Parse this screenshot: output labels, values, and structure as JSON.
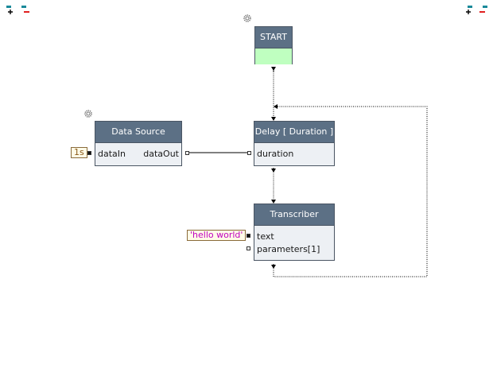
{
  "toolbar": {
    "left_icons": [
      "add-node-icon",
      "remove-node-icon"
    ],
    "right_icons": [
      "add-node-icon",
      "remove-node-icon"
    ]
  },
  "nodes": {
    "start": {
      "title": "START"
    },
    "data_source": {
      "title": "Data Source",
      "input_port": "dataIn",
      "output_port": "dataOut",
      "input_literal": "1s"
    },
    "delay": {
      "title": "Delay [ Duration ]",
      "input_port": "duration"
    },
    "transcriber": {
      "title": "Transcriber",
      "input_text": "text",
      "input_params": "parameters[1]",
      "text_literal": "'hello world'"
    }
  },
  "colors": {
    "node_header": "#5c7085",
    "start_body": "#bfffc0",
    "node_body": "#edf0f4",
    "string_literal": "#c000c0"
  }
}
